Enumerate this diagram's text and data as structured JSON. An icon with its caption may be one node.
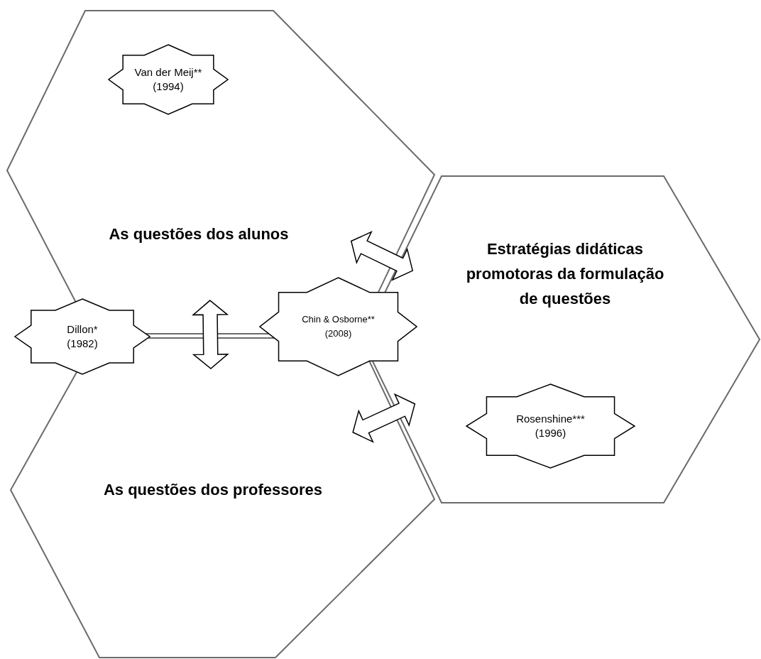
{
  "diagram": {
    "nodes": [
      {
        "text": [
          "As questões dos alunos"
        ]
      },
      {
        "text": [
          "Van der Meij**",
          "(1994)"
        ],
        "in": 0
      },
      {
        "text": [
          "Estratégias didáticas promotoras da formulação de questões"
        ]
      },
      {
        "text": [
          "Dillon*",
          "(1982)"
        ]
      },
      {
        "text": [
          "Chin & Osborne**",
          "(2008)"
        ]
      },
      {
        "text": [
          "Rosenshine***",
          "(1996)"
        ],
        "in": 2
      },
      {
        "text": [
          "As questões dos professores"
        ]
      }
    ],
    "edges": [
      {
        "from": 0,
        "to": 6,
        "arrow": "both"
      },
      {
        "from": 0,
        "to": 2,
        "arrow": "both"
      },
      {
        "from": 6,
        "to": 2,
        "arrow": "both"
      }
    ]
  }
}
